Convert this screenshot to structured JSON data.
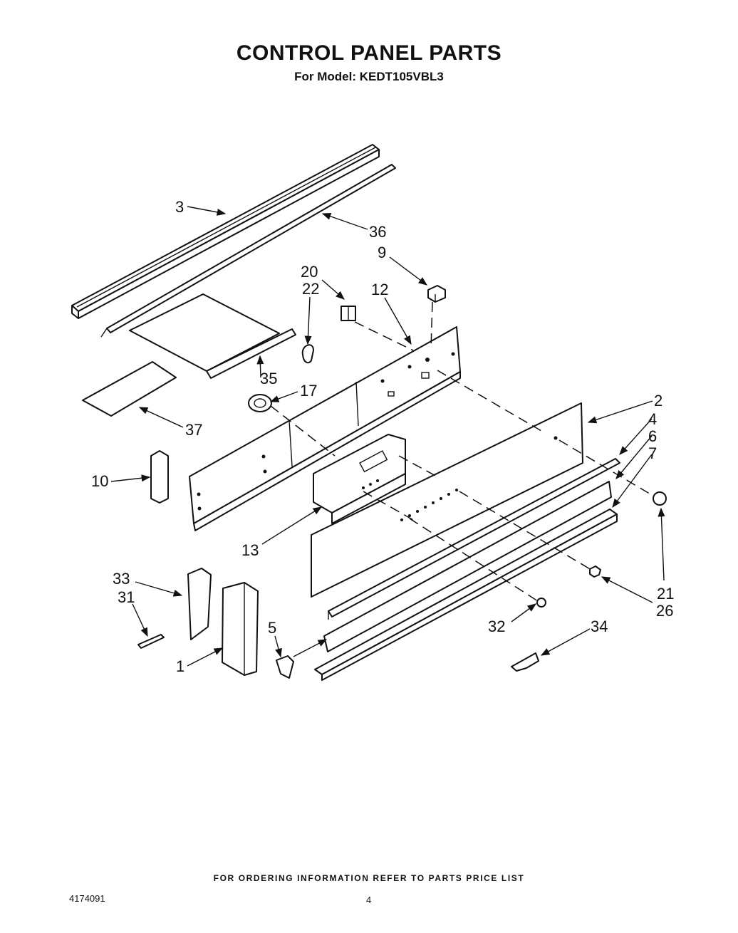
{
  "header": {
    "title": "CONTROL PANEL PARTS",
    "subtitle": "For Model: KEDT105VBL3"
  },
  "footer": {
    "note": "FOR ORDERING INFORMATION REFER TO PARTS PRICE LIST",
    "doc_number": "4174091",
    "page_number": "4"
  },
  "callouts": {
    "c1": "1",
    "c2": "2",
    "c3": "3",
    "c4": "4",
    "c5": "5",
    "c6": "6",
    "c7": "7",
    "c9": "9",
    "c10": "10",
    "c12": "12",
    "c13": "13",
    "c17": "17",
    "c20": "20",
    "c21": "21",
    "c22": "22",
    "c26": "26",
    "c31": "31",
    "c32": "32",
    "c33": "33",
    "c34": "34",
    "c35": "35",
    "c36": "36",
    "c37": "37"
  }
}
